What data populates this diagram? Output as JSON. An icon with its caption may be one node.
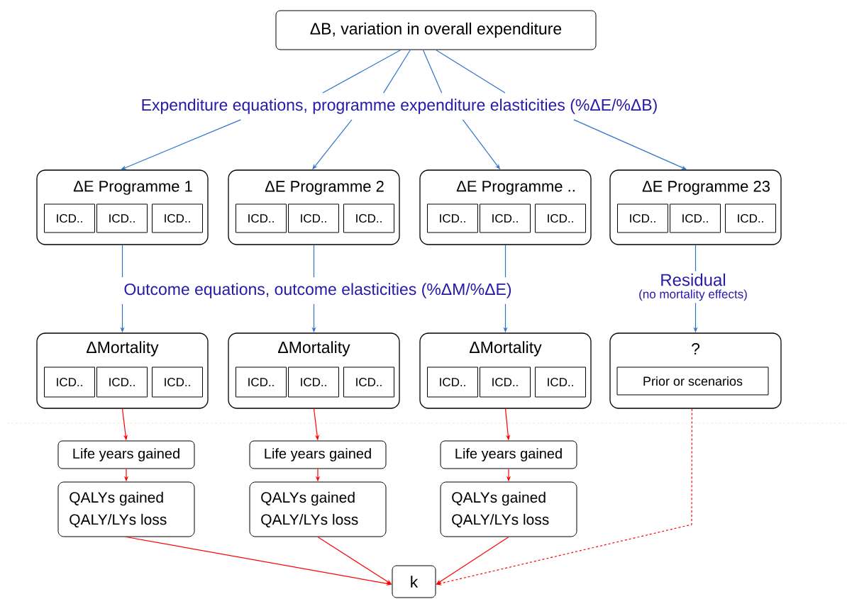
{
  "diagram": {
    "nodes": [
      {
        "text": [
          "ΔB, variation in overall expenditure"
        ]
      },
      {
        "text": [
          "Expenditure equations,  programme expenditure elasticities (%ΔE/%ΔB)"
        ]
      },
      {
        "text": [
          "ΔE Programme 1"
        ]
      },
      {
        "text": [
          "ICD.."
        ],
        "in": 2
      },
      {
        "text": [
          "ICD.."
        ],
        "in": 2
      },
      {
        "text": [
          "ICD.."
        ],
        "in": 2
      },
      {
        "text": [
          "ΔE Programme 2"
        ]
      },
      {
        "text": [
          "ICD.."
        ],
        "in": 6
      },
      {
        "text": [
          "ICD.."
        ],
        "in": 6
      },
      {
        "text": [
          "ICD.."
        ],
        "in": 6
      },
      {
        "text": [
          "ΔE Programme .."
        ]
      },
      {
        "text": [
          "ICD.."
        ],
        "in": 10
      },
      {
        "text": [
          "ICD.."
        ],
        "in": 10
      },
      {
        "text": [
          "ICD.."
        ],
        "in": 10
      },
      {
        "text": [
          "ΔE Programme 23"
        ]
      },
      {
        "text": [
          "ICD.."
        ],
        "in": 14
      },
      {
        "text": [
          "ICD.."
        ],
        "in": 14
      },
      {
        "text": [
          "ICD.."
        ],
        "in": 14
      },
      {
        "text": [
          "Outcome equations,  outcome elasticities  (%ΔM/%ΔE)"
        ]
      },
      {
        "text": [
          "Residual",
          "(no mortality effects)"
        ]
      },
      {
        "text": [
          "ΔMortality"
        ]
      },
      {
        "text": [
          "ICD.."
        ],
        "in": 20
      },
      {
        "text": [
          "ICD.."
        ],
        "in": 20
      },
      {
        "text": [
          "ICD.."
        ],
        "in": 20
      },
      {
        "text": [
          "ΔMortality"
        ]
      },
      {
        "text": [
          "ICD.."
        ],
        "in": 24
      },
      {
        "text": [
          "ICD.."
        ],
        "in": 24
      },
      {
        "text": [
          "ICD.."
        ],
        "in": 24
      },
      {
        "text": [
          "ΔMortality"
        ]
      },
      {
        "text": [
          "ICD.."
        ],
        "in": 28
      },
      {
        "text": [
          "ICD.."
        ],
        "in": 28
      },
      {
        "text": [
          "ICD.."
        ],
        "in": 28
      },
      {
        "text": [
          "?"
        ]
      },
      {
        "text": [
          "Prior or scenarios"
        ],
        "in": 32
      },
      {
        "text": [
          "Life years gained"
        ]
      },
      {
        "text": [
          "Life years gained"
        ]
      },
      {
        "text": [
          "Life years gained"
        ]
      },
      {
        "text": [
          "QALYs gained",
          "QALY/LYs loss"
        ]
      },
      {
        "text": [
          "QALYs gained",
          "QALY/LYs loss"
        ]
      },
      {
        "text": [
          "QALYs gained",
          "QALY/LYs loss"
        ]
      },
      {
        "text": [
          "k"
        ]
      }
    ],
    "edges": [
      {
        "from": 0,
        "to": 1,
        "arrow": "none"
      },
      {
        "from": 0,
        "to": 1,
        "arrow": "none"
      },
      {
        "from": 0,
        "to": 1,
        "arrow": "none"
      },
      {
        "from": 0,
        "to": 1,
        "arrow": "none"
      },
      {
        "from": 1,
        "to": 2,
        "arrow": "to"
      },
      {
        "from": 1,
        "to": 6,
        "arrow": "to"
      },
      {
        "from": 1,
        "to": 10,
        "arrow": "to"
      },
      {
        "from": 1,
        "to": 14,
        "arrow": "to"
      },
      {
        "from": 2,
        "to": 18,
        "arrow": "none"
      },
      {
        "from": 6,
        "to": 18,
        "arrow": "none"
      },
      {
        "from": 10,
        "to": 18,
        "arrow": "none"
      },
      {
        "from": 14,
        "to": 19,
        "arrow": "none"
      },
      {
        "from": 18,
        "to": 20,
        "arrow": "to"
      },
      {
        "from": 18,
        "to": 24,
        "arrow": "to"
      },
      {
        "from": 18,
        "to": 28,
        "arrow": "to"
      },
      {
        "from": 19,
        "to": 32,
        "arrow": "to"
      },
      {
        "from": 20,
        "to": 34,
        "arrow": "to",
        "color": "#ff0000"
      },
      {
        "from": 24,
        "to": 35,
        "arrow": "to",
        "color": "#ff0000"
      },
      {
        "from": 28,
        "to": 36,
        "arrow": "to",
        "color": "#ff0000"
      },
      {
        "from": 34,
        "to": 37,
        "arrow": "to",
        "color": "#ff0000"
      },
      {
        "from": 35,
        "to": 38,
        "arrow": "to",
        "color": "#ff0000"
      },
      {
        "from": 36,
        "to": 39,
        "arrow": "to",
        "color": "#ff0000"
      },
      {
        "from": 37,
        "to": 40,
        "arrow": "to",
        "color": "#ff0000"
      },
      {
        "from": 38,
        "to": 40,
        "arrow": "to",
        "color": "#ff0000"
      },
      {
        "from": 39,
        "to": 40,
        "arrow": "to",
        "color": "#ff0000"
      },
      {
        "from": 32,
        "to": 40,
        "arrow": "to",
        "style": "dashed",
        "color": "#ff0000"
      }
    ]
  }
}
